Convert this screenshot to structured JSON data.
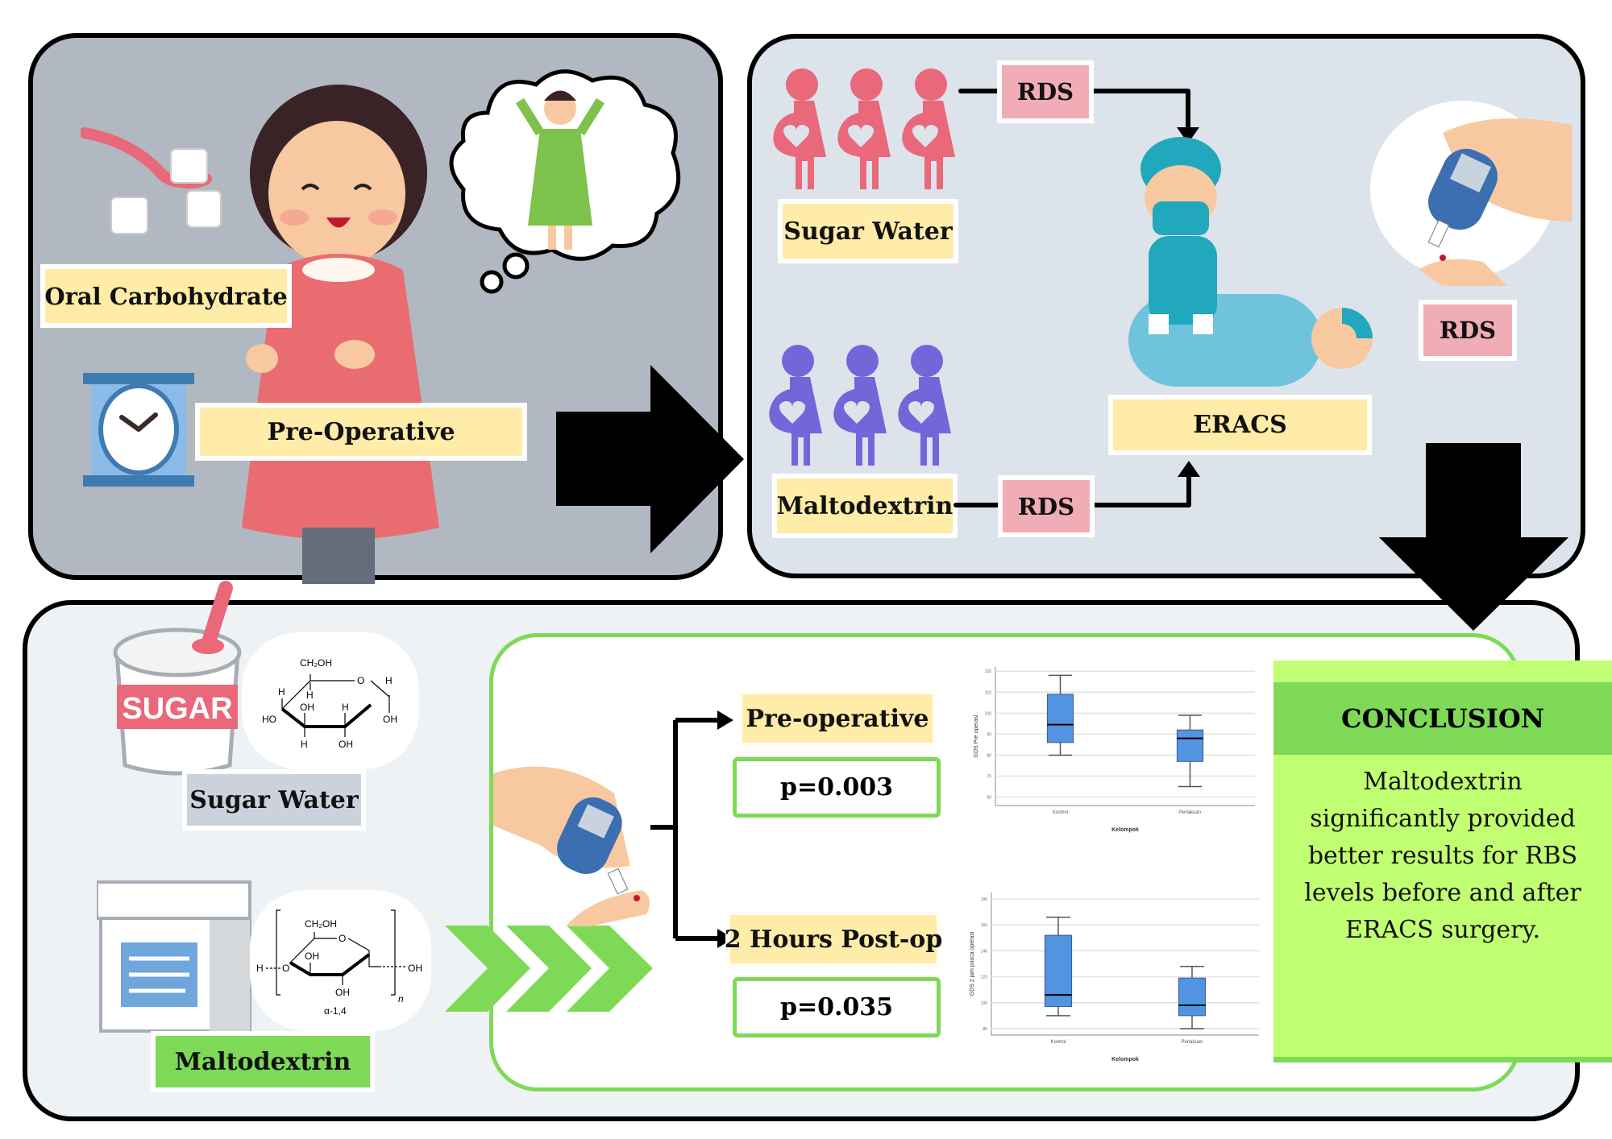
{
  "top_left_panel": {
    "oral_carbohydrate_label": "Oral Carbohydrate",
    "pre_operative_label": "Pre-Operative"
  },
  "top_right_panel": {
    "sugar_water_label": "Sugar Water",
    "maltodextrin_label": "Maltodextrin",
    "rds_top_label": "RDS",
    "rds_bottom_label": "RDS",
    "rds_right_label": "RDS",
    "eracs_label": "ERACS"
  },
  "bottom_panel": {
    "sugar_water_label": "Sugar Water",
    "maltodextrin_label": "Maltodextrin",
    "sugar_jar_text": "SUGAR",
    "glucose_structure": {
      "ch2oh": "CH₂OH",
      "o": "O",
      "h": "H",
      "oh": "OH",
      "ho": "HO"
    },
    "maltodextrin_structure": {
      "ch2oh": "CH₂OH",
      "o": "O",
      "oh": "OH",
      "h_left": "H",
      "n": "n",
      "bond": "α-1,4"
    },
    "pre_operative_label": "Pre-operative",
    "pre_operative_p": "p=0.003",
    "post_op_label": "2 Hours Post-op",
    "post_op_p": "p=0.035"
  },
  "conclusion": {
    "title": "CONCLUSION",
    "body": "Maltodextrin significantly provided better results for RBS levels before and after ERACS surgery."
  },
  "colors": {
    "pink_group": "#e96879",
    "purple_group": "#7466d8",
    "accent_green": "#7ed957",
    "light_green": "#c1ff72",
    "label_yellow": "#feeca8",
    "label_pink": "#f0adb6",
    "box_blue": "#5294e2"
  },
  "chart_data": [
    {
      "type": "boxplot",
      "title": "",
      "xlabel": "Kelompok",
      "ylabel": "GDS Pre operasi",
      "categories": [
        "Kontrol",
        "Perlakuan"
      ],
      "ylim": [
        56,
        122
      ],
      "yticks": [
        60,
        70,
        80,
        90,
        100,
        110,
        120
      ],
      "grid": true,
      "boxes": [
        {
          "name": "Kontrol",
          "min": 80,
          "q1": 86,
          "median": 94.5,
          "q3": 109,
          "max": 118
        },
        {
          "name": "Perlakuan",
          "min": 65,
          "q1": 77,
          "median": 88,
          "q3": 92,
          "max": 99
        }
      ]
    },
    {
      "type": "boxplot",
      "title": "",
      "xlabel": "Kelompok",
      "ylabel": "GDS 2 jam pasca operasi",
      "categories": [
        "Kontrol",
        "Perlakuan"
      ],
      "ylim": [
        75,
        185
      ],
      "yticks": [
        80,
        100,
        120,
        140,
        160,
        180
      ],
      "grid": true,
      "boxes": [
        {
          "name": "Kontrol",
          "min": 90,
          "q1": 97,
          "median": 106,
          "q3": 152,
          "max": 166
        },
        {
          "name": "Perlakuan",
          "min": 80,
          "q1": 90,
          "median": 98,
          "q3": 119,
          "max": 128
        }
      ]
    }
  ]
}
